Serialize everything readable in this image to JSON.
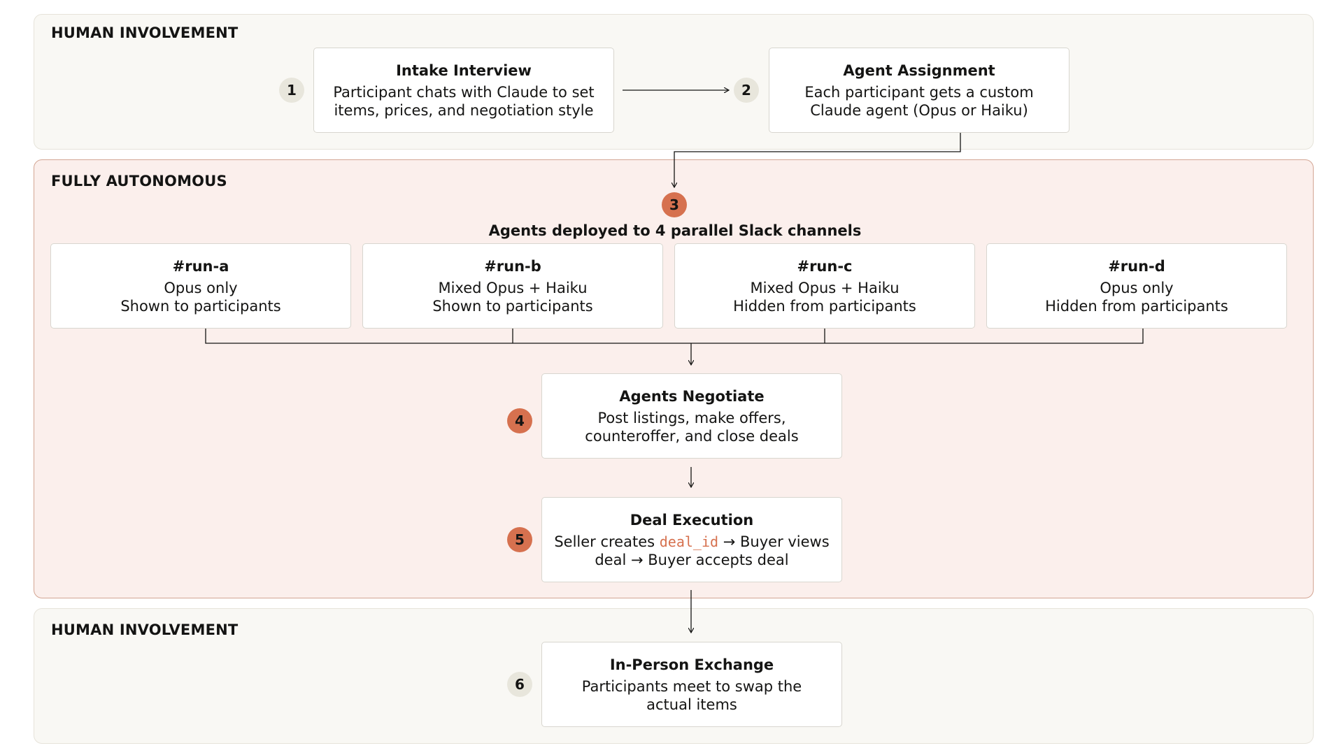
{
  "sections": {
    "human_top": "HUMAN INVOLVEMENT",
    "autonomous": "FULLY AUTONOMOUS",
    "human_bottom": "HUMAN INVOLVEMENT"
  },
  "steps": {
    "s1": {
      "number": "1",
      "title": "Intake Interview",
      "line1": "Participant chats with Claude to set",
      "line2": "items, prices, and negotiation style"
    },
    "s2": {
      "number": "2",
      "title": "Agent Assignment",
      "line1": "Each participant gets a custom",
      "line2": "Claude agent (Opus or Haiku)"
    },
    "s3": {
      "number": "3",
      "caption": "Agents deployed to 4 parallel Slack channels"
    },
    "s4": {
      "number": "4",
      "title": "Agents Negotiate",
      "line1": "Post listings, make offers,",
      "line2": "counteroffer, and close deals"
    },
    "s5": {
      "number": "5",
      "title": "Deal Execution",
      "line1_pre": "Seller creates ",
      "line1_code": "deal_id",
      "line1_arrow": " → ",
      "line1_post": "Buyer views",
      "line2": "deal → Buyer accepts deal"
    },
    "s6": {
      "number": "6",
      "title": "In-Person Exchange",
      "line1": "Participants meet to swap the",
      "line2": "actual items"
    }
  },
  "channels": [
    {
      "name": "#run-a",
      "model": "Opus only",
      "visibility": "Shown to participants"
    },
    {
      "name": "#run-b",
      "model": "Mixed Opus + Haiku",
      "visibility": "Shown to participants"
    },
    {
      "name": "#run-c",
      "model": "Mixed Opus + Haiku",
      "visibility": "Hidden from participants"
    },
    {
      "name": "#run-d",
      "model": "Opus only",
      "visibility": "Hidden from participants"
    }
  ],
  "colors": {
    "accent": "#d6714f",
    "autonomous_bg": "#fbefec",
    "human_bg": "#f9f8f4",
    "badge_light": "#e8e6dc"
  }
}
